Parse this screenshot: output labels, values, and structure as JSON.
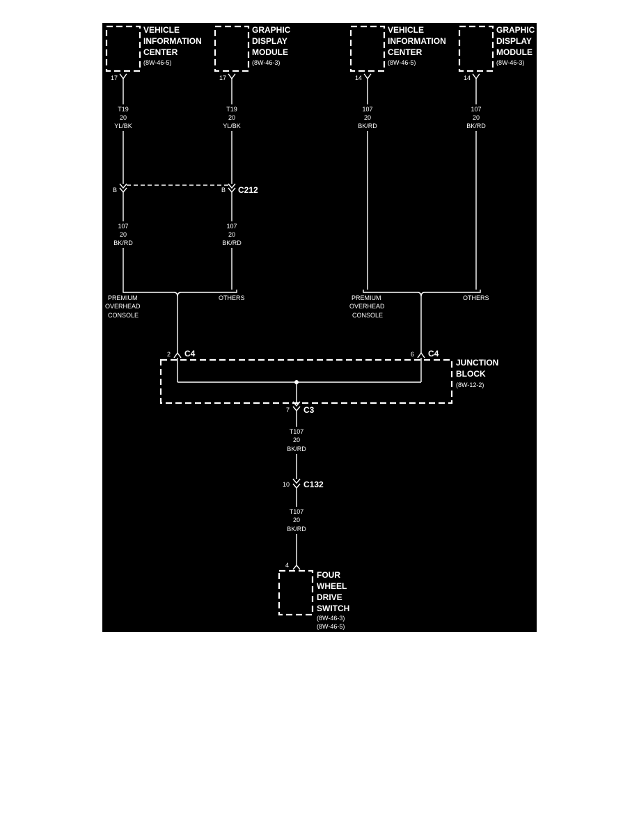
{
  "components": {
    "vic_left": {
      "lines": [
        "VEHICLE",
        "INFORMATION",
        "CENTER"
      ],
      "ref": "(8W-46-5)",
      "pin": "17"
    },
    "gdm_left": {
      "lines": [
        "GRAPHIC",
        "DISPLAY",
        "MODULE"
      ],
      "ref": "(8W-46-3)",
      "pin": "17"
    },
    "vic_right": {
      "lines": [
        "VEHICLE",
        "INFORMATION",
        "CENTER"
      ],
      "ref": "(8W-46-5)",
      "pin": "14"
    },
    "gdm_right": {
      "lines": [
        "GRAPHIC",
        "DISPLAY",
        "MODULE"
      ],
      "ref": "(8W-46-3)",
      "pin": "14"
    },
    "junction_block": {
      "lines": [
        "JUNCTION",
        "BLOCK"
      ],
      "ref": "(8W-12-2)"
    },
    "four_wheel_drive_switch": {
      "lines": [
        "FOUR",
        "WHEEL",
        "DRIVE",
        "SWITCH"
      ],
      "refs": [
        "(8W-46-3)",
        "(8W-46-5)"
      ],
      "pin": "4"
    }
  },
  "wires": {
    "w1_upper": [
      "T19",
      "20",
      "YL/BK"
    ],
    "w2_upper": [
      "T19",
      "20",
      "YL/BK"
    ],
    "w3": [
      "107",
      "20",
      "BK/RD"
    ],
    "w4": [
      "107",
      "20",
      "BK/RD"
    ],
    "w1_lower": [
      "107",
      "20",
      "BK/RD"
    ],
    "w2_lower": [
      "107",
      "20",
      "BK/RD"
    ],
    "jb_out": [
      "T107",
      "20",
      "BK/RD"
    ],
    "sw_in": [
      "T107",
      "20",
      "BK/RD"
    ]
  },
  "connectors": {
    "c212": {
      "label": "C212",
      "pin_left": "B",
      "pin_right": "B"
    },
    "c4_left": {
      "label": "C4",
      "pin": "2"
    },
    "c4_right": {
      "label": "C4",
      "pin": "6"
    },
    "c3": {
      "label": "C3",
      "pin": "7"
    },
    "c132": {
      "label": "C132",
      "pin": "10"
    }
  },
  "splice_labels": {
    "left_premium": [
      "PREMIUM",
      "OVERHEAD",
      "CONSOLE"
    ],
    "left_others": "OTHERS",
    "right_premium": [
      "PREMIUM",
      "OVERHEAD",
      "CONSOLE"
    ],
    "right_others": "OTHERS"
  },
  "colors": {
    "background": "#000000",
    "foreground": "#ffffff",
    "page": "#ffffff"
  }
}
